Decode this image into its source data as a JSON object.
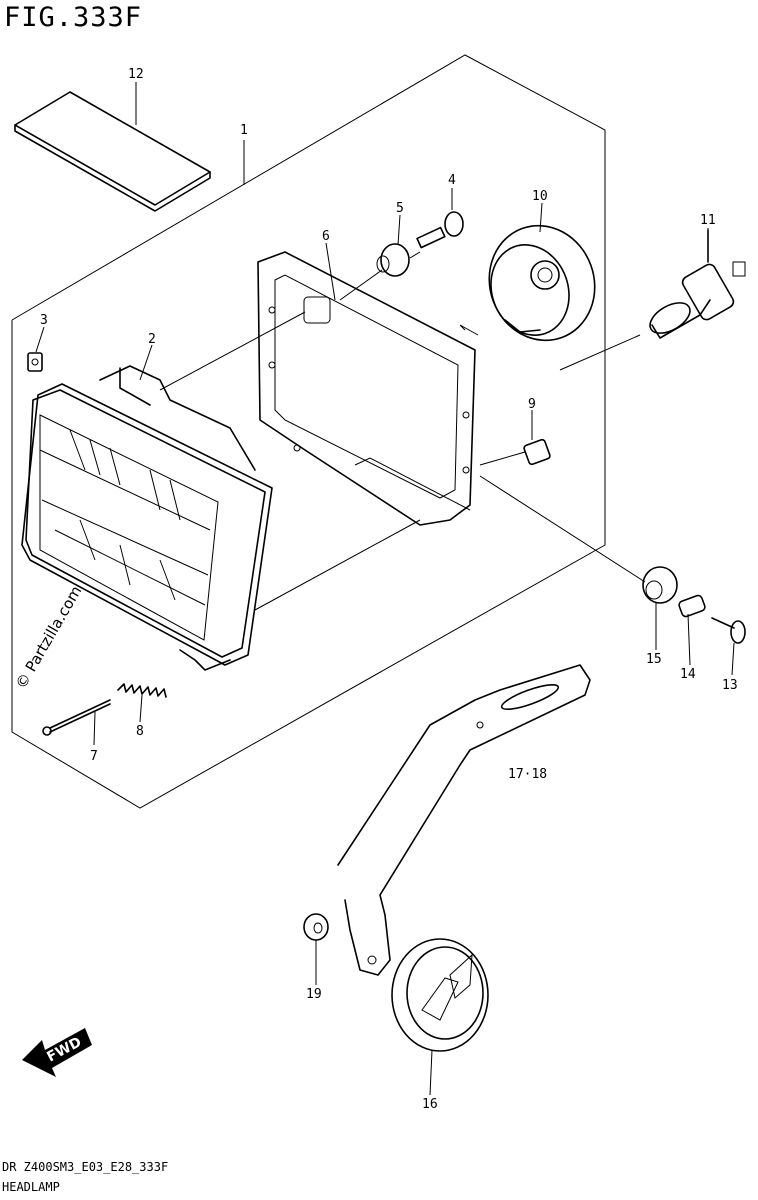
{
  "figure": {
    "title": "FIG.333F",
    "code": "DR Z400SM3_E03_E28_333F",
    "name": "HEADLAMP"
  },
  "watermark": "© Partzilla.com",
  "direction_badge": "FWD",
  "callouts": {
    "c1": "1",
    "c2": "2",
    "c3": "3",
    "c4": "4",
    "c5": "5",
    "c6": "6",
    "c7": "7",
    "c8": "8",
    "c9": "9",
    "c10": "10",
    "c11": "11",
    "c12": "12",
    "c13": "13",
    "c14": "14",
    "c15": "15",
    "c16": "16",
    "c17_18": "17·18",
    "c19": "19"
  },
  "icons": {
    "fwd": "fwd-arrow-icon"
  }
}
